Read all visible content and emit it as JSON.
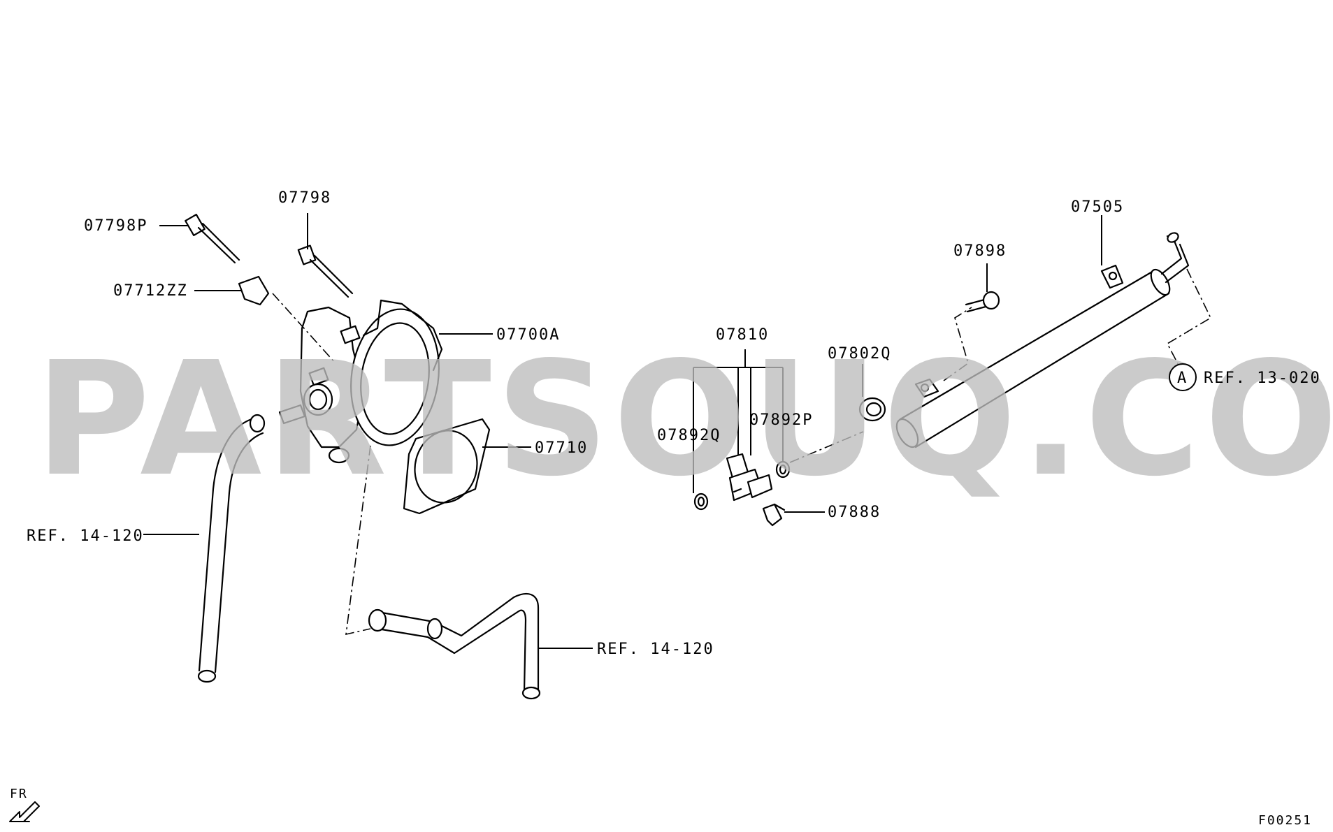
{
  "watermark": "PARTSOUQ.COM",
  "part_labels": {
    "p07798P": "07798P",
    "p07798": "07798",
    "p07712ZZ": "07712ZZ",
    "p07700A": "07700A",
    "p07710": "07710",
    "p07810": "07810",
    "p07892Q": "07892Q",
    "p07892P": "07892P",
    "p07888": "07888",
    "p07802Q": "07802Q",
    "p07898": "07898",
    "p07505": "07505"
  },
  "references": {
    "ref_left_hose": "REF. 14-120",
    "ref_lower_pipe": "REF. 14-120",
    "ref_a_circle": "A",
    "ref_a_text": "REF. 13-020"
  },
  "orientation_label": "FR",
  "figure_code": "F00251"
}
